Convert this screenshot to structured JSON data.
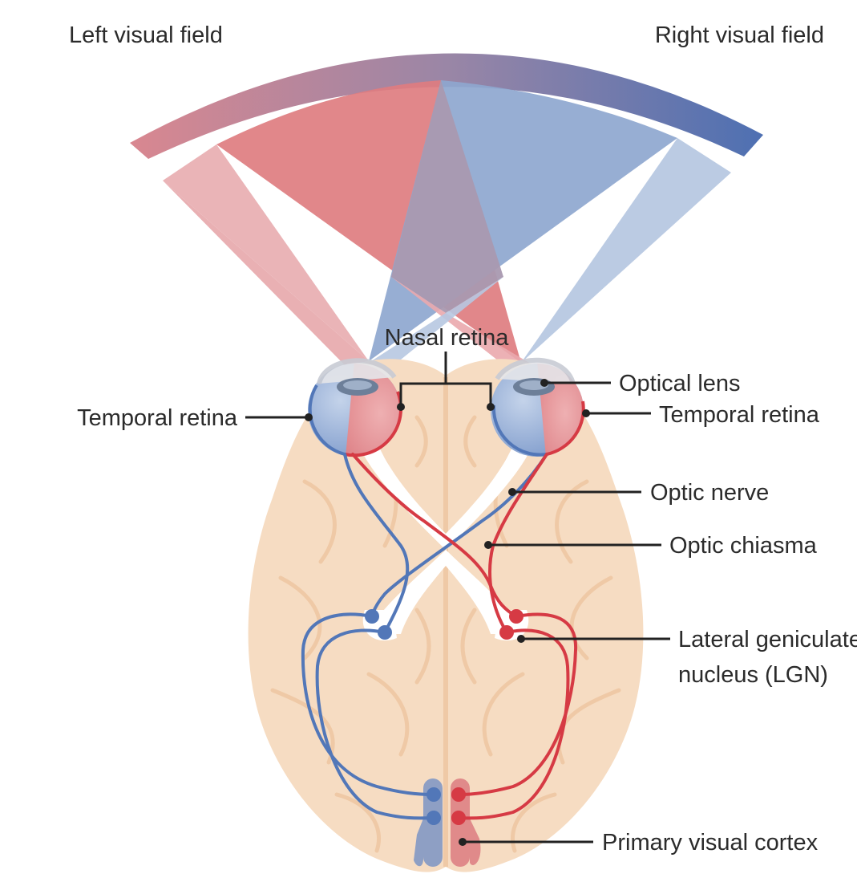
{
  "labels": {
    "left_visual_field": "Left visual field",
    "right_visual_field": "Right visual field",
    "nasal_retina": "Nasal retina",
    "optical_lens": "Optical lens",
    "temporal_retina_left": "Temporal retina",
    "temporal_retina_right": "Temporal retina",
    "optic_nerve": "Optic nerve",
    "optic_chiasma": "Optic chiasma",
    "lgn_line1": "Lateral geniculate",
    "lgn_line2": "nucleus (LGN)",
    "primary_visual_cortex": "Primary visual cortex"
  },
  "colors": {
    "left_field": "#d9787c",
    "right_field": "#6f8fc2",
    "brain": "#f6dcc2",
    "brain_fold": "#efc9a6",
    "red_pathway": "#d63a44",
    "blue_pathway": "#5277b8",
    "leader_line": "#222222"
  }
}
